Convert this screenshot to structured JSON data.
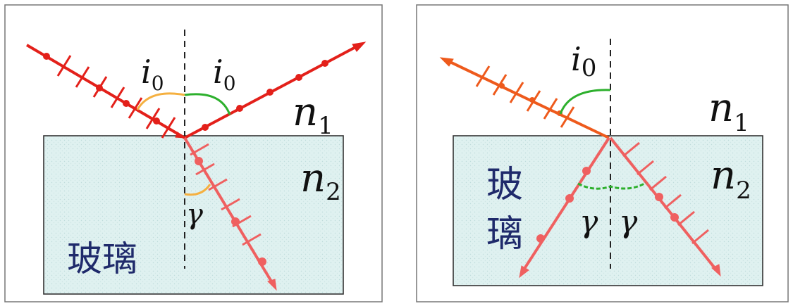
{
  "left_panel": {
    "angle_i_left": {
      "base": "i",
      "sub": "0"
    },
    "angle_i_right": {
      "base": "i",
      "sub": "0"
    },
    "medium_1": {
      "base": "n",
      "sub": "1"
    },
    "medium_2": {
      "base": "n",
      "sub": "2"
    },
    "refraction_angle": "γ",
    "glass_label": "玻璃"
  },
  "right_panel": {
    "angle_i": {
      "base": "i",
      "sub": "0"
    },
    "medium_1": {
      "base": "n",
      "sub": "1"
    },
    "medium_2": {
      "base": "n",
      "sub": "2"
    },
    "refraction_angle_left": "γ",
    "refraction_angle_right": "γ",
    "glass_label_line1": "玻",
    "glass_label_line2": "璃"
  },
  "colors": {
    "ray": "#e3201a",
    "ray_right_panel": "#ee5a1c",
    "refracted": "#ef6060",
    "glass_fill": "#dff1f0",
    "arc_orange": "#f5b040",
    "arc_green": "#2db02d"
  }
}
